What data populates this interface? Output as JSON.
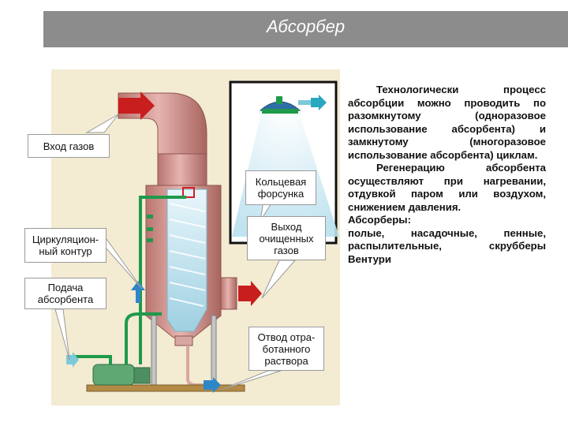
{
  "title": "Абсорбер",
  "labels": {
    "gas_inlet": "Вход газов",
    "circulation": "Циркуляцион-ный контур",
    "absorbent_feed": "Подача абсорбента",
    "ring_nozzle": "Кольцевая форсунка",
    "clean_gas_outlet": "Выход очищенных газов",
    "spent_solution": "Отвод отра-ботанного раствора"
  },
  "text": {
    "p1": "Технологически процесс абсорбции можно проводить по разомкнутому (одноразовое использование абсорбента) и замкнутому (многоразовое использование абсорбента) циклам.",
    "p2": "Регенерацию абсорбента осуществляют при нагревании, отдувкой паром или воздухом, снижением давления.",
    "p3": "Абсорберы:",
    "p4": "полые, насадочные, пенные, распылительные, скрубберы Вентури"
  },
  "colors": {
    "title_bg": "#8c8c8c",
    "tank": "#d69a95",
    "spray": "#bfe3ee",
    "pipe_green": "#1e9a4a",
    "arrow_red": "#c81e1e",
    "arrow_blue": "#2f86c7",
    "photo_bg": "#f3ebd2"
  }
}
